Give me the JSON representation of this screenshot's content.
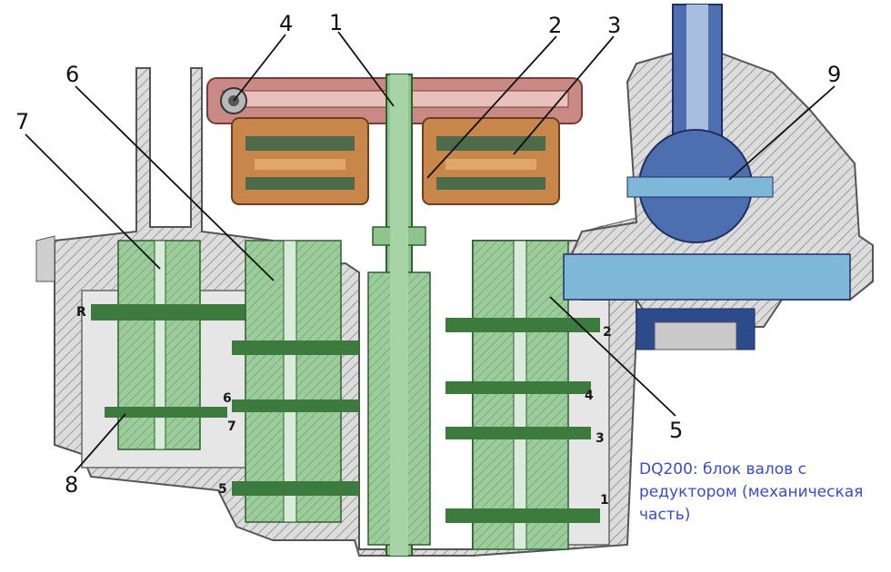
{
  "diagram": {
    "callouts": [
      "1",
      "2",
      "3",
      "4",
      "5",
      "6",
      "7",
      "8",
      "9"
    ],
    "gear_marks": [
      "R",
      "6",
      "7",
      "5",
      "2",
      "4",
      "3",
      "1"
    ],
    "caption_lines": [
      "DQ200: блок валов с",
      "редуктором (механическая",
      "часть)"
    ]
  },
  "colors": {
    "housing_fill": "#d9d9d9",
    "housing_hatch": "#8c8c8c",
    "shaft_green": "#8fc48f",
    "shaft_dark": "#3d7a3d",
    "clutch_brown": "#c9864a",
    "flywheel_red": "#c98a86",
    "diff_blue": "#4d6fb0",
    "diff_light": "#7fb7d9",
    "caption_blue": "#3a4cc8"
  }
}
